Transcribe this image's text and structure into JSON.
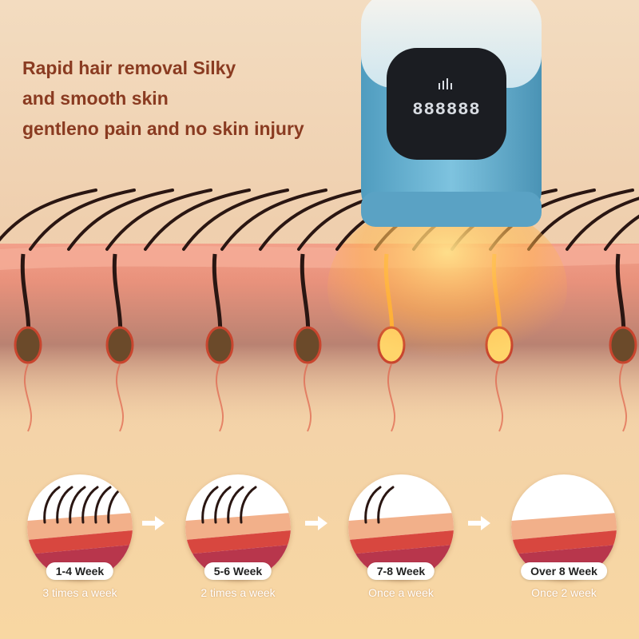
{
  "headline": {
    "line1": "Rapid hair removal Silky",
    "line2": "and smooth skin",
    "line3": "gentleno pain and no skin injury"
  },
  "device": {
    "display_digits": "888888",
    "body_color": "#5fa9c9",
    "glow_color": "#ffc24a"
  },
  "stages": [
    {
      "period": "1-4 Week",
      "frequency": "3 times a week",
      "hairs": 6
    },
    {
      "period": "5-6 Week",
      "frequency": "2 times a week",
      "hairs": 4
    },
    {
      "period": "7-8 Week",
      "frequency": "Once a week",
      "hairs": 2
    },
    {
      "period": "Over 8 Week",
      "frequency": "Once 2 week",
      "hairs": 0
    }
  ],
  "colors": {
    "headline": "#8a3b21",
    "skin": "#e9967c",
    "hair": "#2a1612",
    "background": "#f5d7a8"
  }
}
